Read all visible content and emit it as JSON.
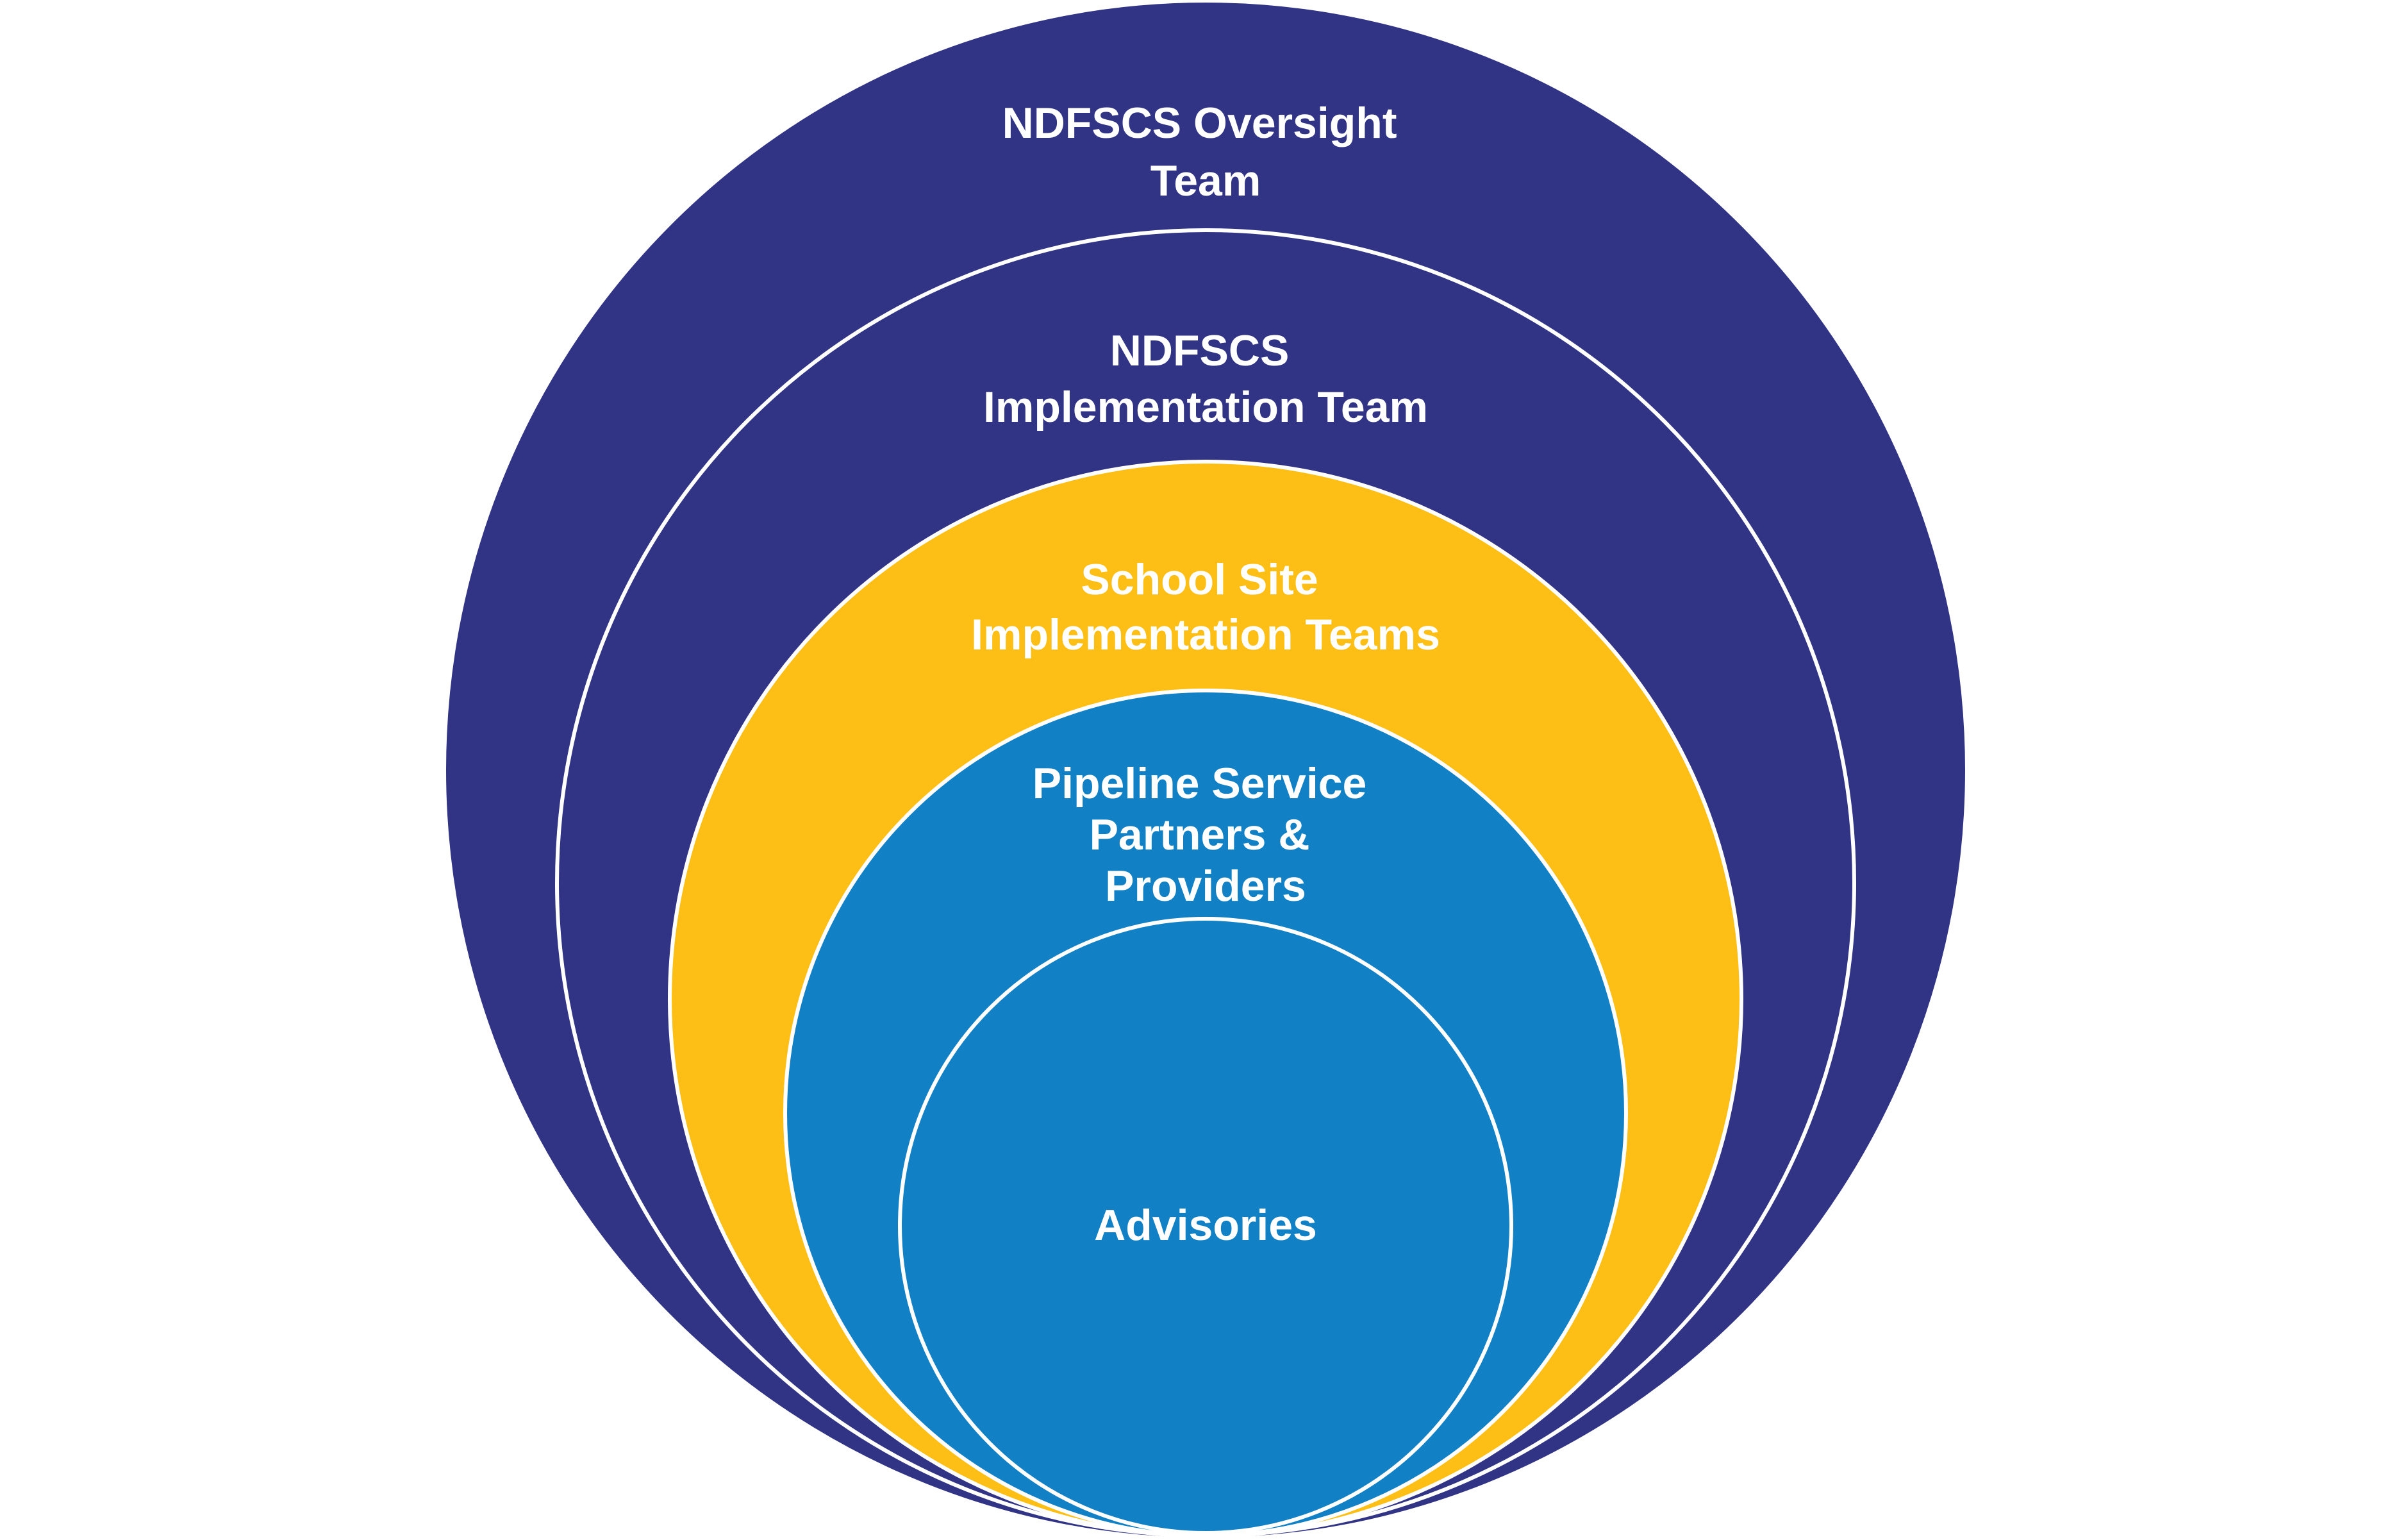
{
  "colors": {
    "background": "#ffffff",
    "navy": "#313385",
    "gold": "#fdbf16",
    "blue": "#1180c5",
    "outline": "#ffffff",
    "label": "#ffffff"
  },
  "rings": [
    {
      "id": "oversight",
      "lines": [
        "NDFSCS Oversight",
        "Team"
      ],
      "color": "navy"
    },
    {
      "id": "implementation",
      "lines": [
        "NDFSCS",
        "Implementation Team"
      ],
      "color": "navy"
    },
    {
      "id": "school-site",
      "lines": [
        "School Site",
        "Implementation Teams"
      ],
      "color": "gold"
    },
    {
      "id": "pipeline",
      "lines": [
        "Pipeline Service",
        "Partners &",
        "Providers"
      ],
      "color": "blue"
    },
    {
      "id": "advisories",
      "lines": [
        "Advisories"
      ],
      "color": "blue"
    }
  ]
}
